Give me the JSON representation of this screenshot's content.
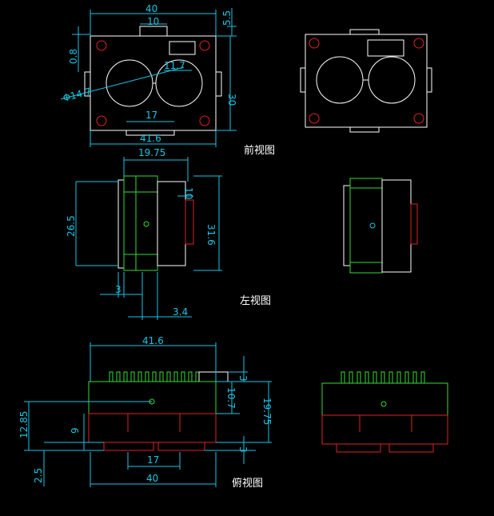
{
  "colors": {
    "background": "#000000",
    "outline": "#ffffff",
    "dimension": "#19c6e6",
    "green_part": "#33dd33",
    "red_part": "#e02222"
  },
  "views": {
    "front": "前视图",
    "left": "左视图",
    "top": "俯视图"
  },
  "front_dims": {
    "width_top": "40",
    "center_gap": "10",
    "top_offset": "5.5",
    "margin": "0.8",
    "small_dim": "11.7",
    "lens_dia": "Φ14.7",
    "height": "30",
    "bottom_gap": "17",
    "width_bottom": "41.6"
  },
  "left_dims": {
    "depth": "19.75",
    "tab": "10",
    "height_inner": "26.5",
    "height_outer": "31.6",
    "offset_3": "3",
    "offset_34": "3.4"
  },
  "top_dims": {
    "width_top": "41.6",
    "fin": "3",
    "h107": "10.7",
    "h1975": "19.75",
    "h1285": "12.85",
    "h9": "9",
    "h25": "2.5",
    "bottom_gap": "17",
    "width_bottom": "40",
    "bottom_3": "3"
  }
}
